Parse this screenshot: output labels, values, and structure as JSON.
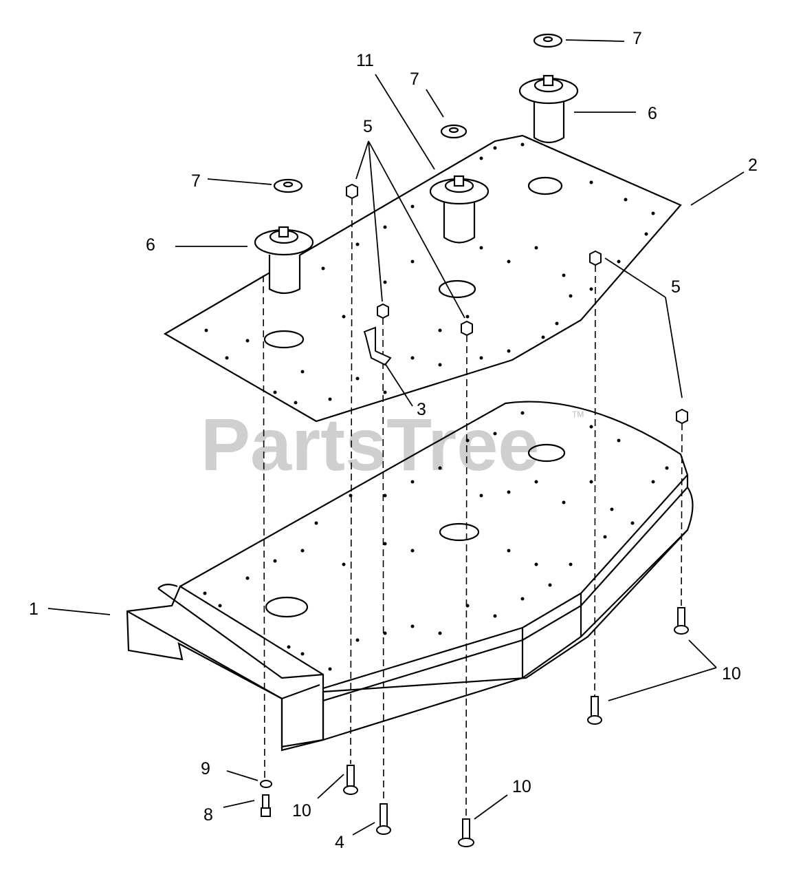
{
  "watermark": {
    "text": "PartsTree",
    "trademark": "TM"
  },
  "callouts": {
    "c1": "1",
    "c2": "2",
    "c3": "3",
    "c4": "4",
    "c5a": "5",
    "c5b": "5",
    "c6a": "6",
    "c6b": "6",
    "c7a": "7",
    "c7b": "7",
    "c7c": "7",
    "c8": "8",
    "c9": "9",
    "c10a": "10",
    "c10b": "10",
    "c10c": "10",
    "c11": "11"
  },
  "parts": [
    {
      "ref": "1",
      "icon": "deck-shell"
    },
    {
      "ref": "2",
      "icon": "deck-plate"
    },
    {
      "ref": "3",
      "icon": "bracket"
    },
    {
      "ref": "4",
      "icon": "bolt"
    },
    {
      "ref": "5",
      "icon": "nut"
    },
    {
      "ref": "6",
      "icon": "spindle-assembly"
    },
    {
      "ref": "7",
      "icon": "washer"
    },
    {
      "ref": "8",
      "icon": "bolt"
    },
    {
      "ref": "9",
      "icon": "washer"
    },
    {
      "ref": "10",
      "icon": "carriage-bolt"
    },
    {
      "ref": "11",
      "icon": "spindle-assembly"
    }
  ]
}
